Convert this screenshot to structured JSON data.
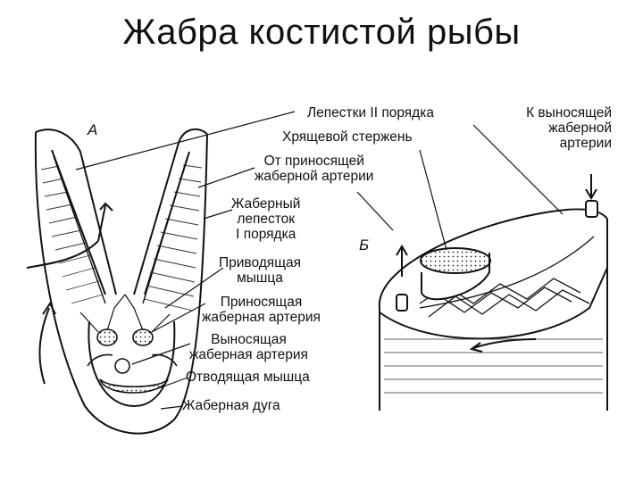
{
  "title": "Жабра костистой рыбы",
  "panel_letters": {
    "a": "А",
    "b": "Б"
  },
  "labels": {
    "petals_second_order": "Лепестки II порядка",
    "to_efferent_artery": [
      "К выносящей",
      "жаберной",
      "артерии"
    ],
    "cartilage_rod": "Хрящевой стержень",
    "from_afferent_artery": [
      "От приносящей",
      "жаберной артерии"
    ],
    "gill_filament": [
      "Жаберный",
      "лепесток",
      "I порядка"
    ],
    "adductor_muscle": [
      "Приводящая",
      "мышца"
    ],
    "afferent_artery": [
      "Приносящая",
      "жаберная артерия"
    ],
    "efferent_artery": [
      "Выносящая",
      "жаберная артерия"
    ],
    "abductor_muscle": "Отводящая мышца",
    "gill_arch": "Жаберная дуга"
  }
}
